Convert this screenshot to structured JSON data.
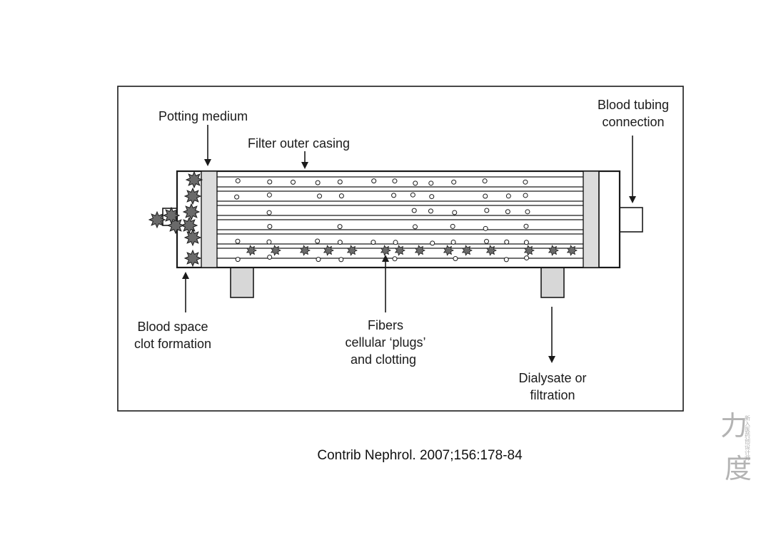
{
  "diagram": {
    "labels": {
      "potting_medium": "Potting medium",
      "filter_outer_casing": "Filter outer casing",
      "blood_tubing_line1": "Blood tubing",
      "blood_tubing_line2": "connection",
      "blood_space_line1": "Blood space",
      "blood_space_line2": "clot formation",
      "fibers_line1": "Fibers",
      "fibers_line2": "cellular ‘plugs’",
      "fibers_line3": "and clotting",
      "dialysate_line1": "Dialysate or",
      "dialysate_line2": "filtration"
    }
  },
  "caption": "Contrib Nephrol. 2007;156:178-84",
  "watermark": {
    "big_glyphs": "力 度",
    "small_text": "新入医药创设计师"
  }
}
